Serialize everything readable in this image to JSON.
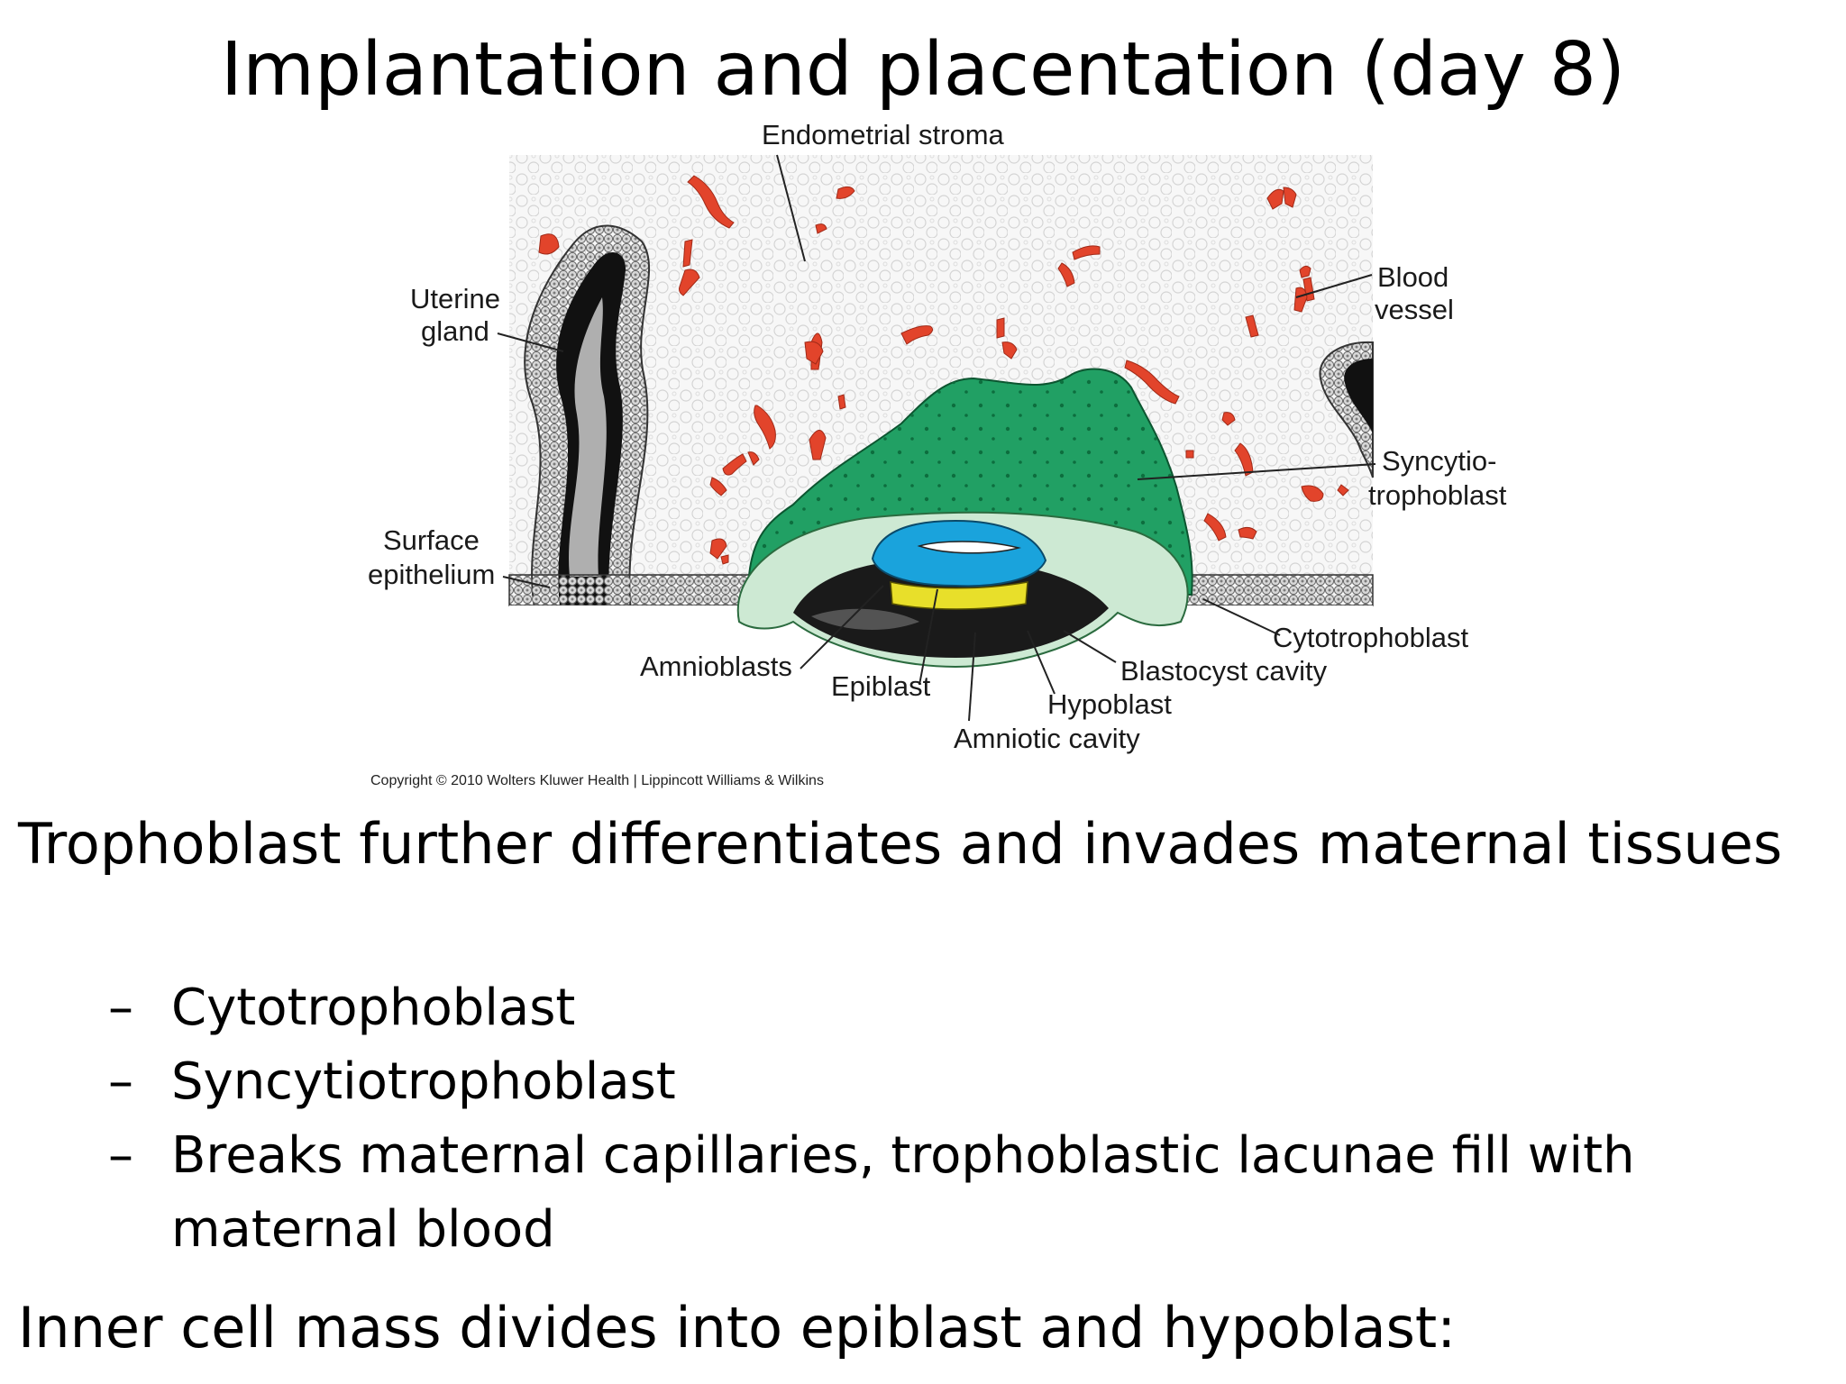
{
  "slide": {
    "title": "Implantation and placentation (day 8)"
  },
  "diagram": {
    "labels": {
      "endometrial_stroma": "Endometrial stroma",
      "uterine_gland_1": "Uterine",
      "uterine_gland_2": "gland",
      "blood_vessel_1": "Blood",
      "blood_vessel_2": "vessel",
      "syncytio_1": "Syncytio-",
      "syncytio_2": "trophoblast",
      "surface_epithelium_1": "Surface",
      "surface_epithelium_2": "epithelium",
      "cytotrophoblast": "Cytotrophoblast",
      "blastocyst_cavity": "Blastocyst cavity",
      "amnioblasts": "Amnioblasts",
      "epiblast": "Epiblast",
      "hypoblast": "Hypoblast",
      "amniotic_cavity": "Amniotic cavity"
    },
    "copyright": "Copyright © 2010 Wolters Kluwer Health | Lippincott Williams & Wilkins",
    "colors": {
      "syncytiotrophoblast": "#21a064",
      "cytotrophoblast": "#cde9d3",
      "epiblast": "#1aa3dc",
      "hypoblast": "#e8df2a",
      "blood_vessel": "#e2442b"
    }
  },
  "content": {
    "main_point": "Trophoblast further differentiates and invades maternal tissues",
    "dash": "–",
    "sub_points": [
      "Cytotrophoblast",
      "Syncytiotrophoblast",
      "Breaks maternal capillaries, trophoblastic  lacunae fill with maternal blood"
    ],
    "second_point": "Inner cell mass divides into epiblast and hypoblast:"
  }
}
